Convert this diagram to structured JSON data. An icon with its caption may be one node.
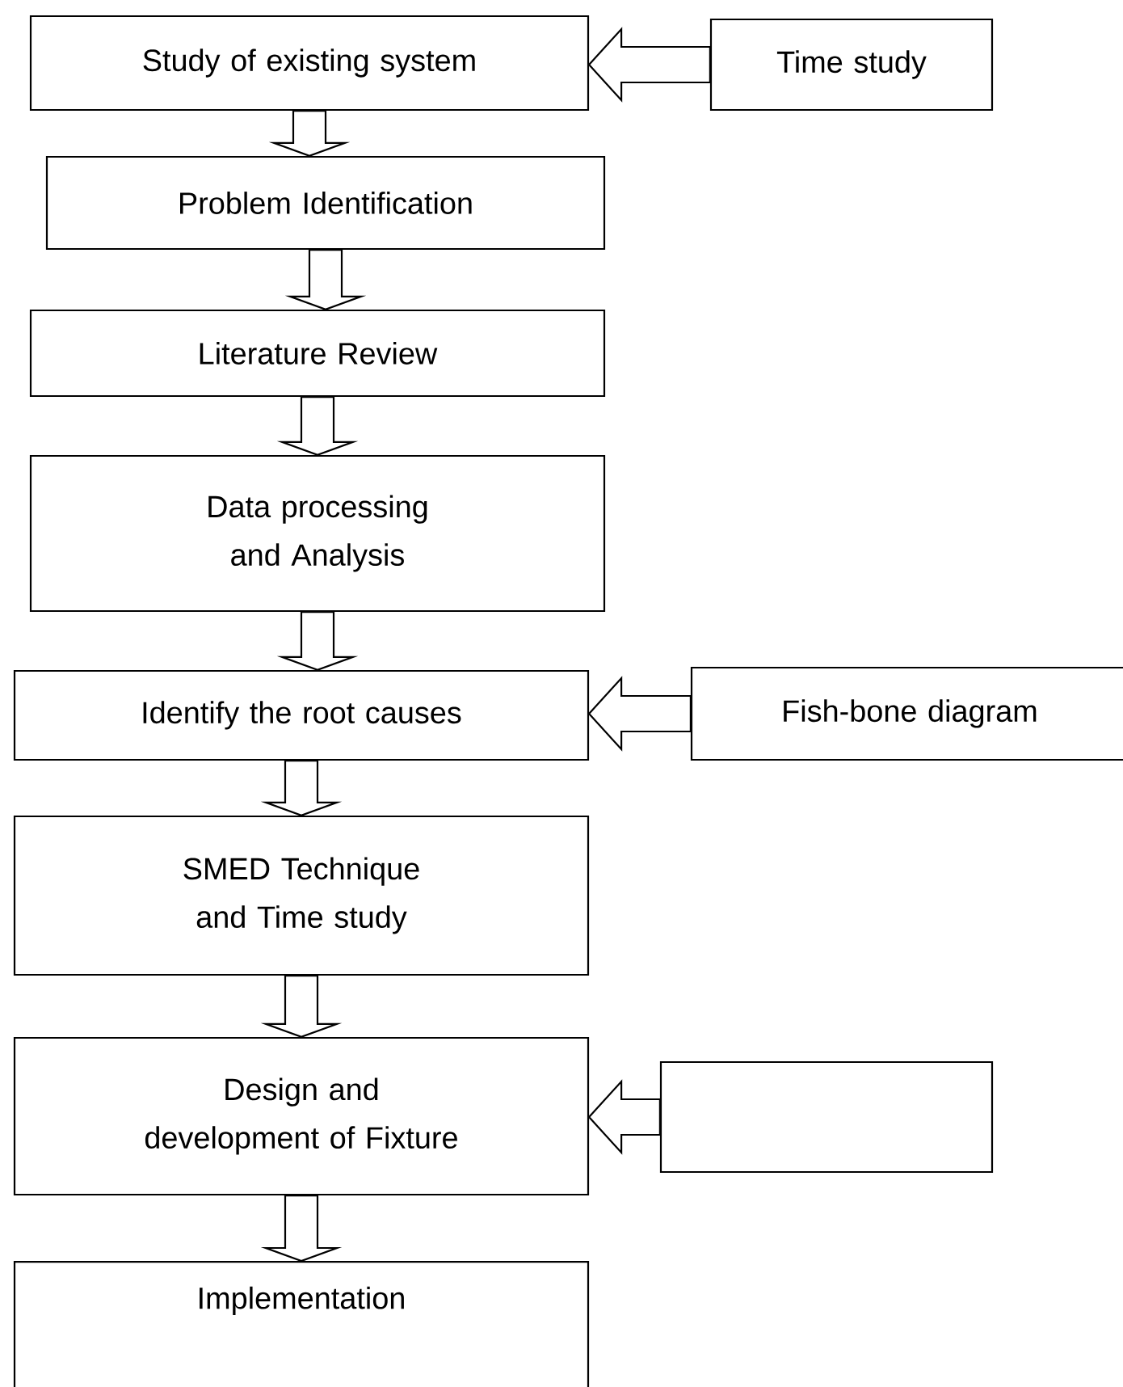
{
  "diagram": {
    "nodes": [
      {
        "text": [
          "Study of existing system"
        ]
      },
      {
        "text": [
          "Time study"
        ]
      },
      {
        "text": [
          "Problem Identification"
        ]
      },
      {
        "text": [
          "Literature Review"
        ]
      },
      {
        "text": [
          "Data processing and Analysis"
        ]
      },
      {
        "text": [
          "Identify the root causes"
        ]
      },
      {
        "text": [
          "Fish-bone diagram"
        ]
      },
      {
        "text": [
          "SMED Technique and Time study"
        ]
      },
      {
        "text": [
          "Design and development of Fixture"
        ]
      },
      {
        "text": [],
        "shape": "box"
      },
      {
        "text": [
          "Implementation"
        ]
      }
    ],
    "edges": [
      {
        "from": 1,
        "to": 0,
        "arrow": "to"
      },
      {
        "from": 0,
        "to": 2,
        "arrow": "to"
      },
      {
        "from": 2,
        "to": 3,
        "arrow": "to"
      },
      {
        "from": 3,
        "to": 4,
        "arrow": "to"
      },
      {
        "from": 4,
        "to": 5,
        "arrow": "to"
      },
      {
        "from": 6,
        "to": 5,
        "arrow": "to"
      },
      {
        "from": 5,
        "to": 7,
        "arrow": "to"
      },
      {
        "from": 7,
        "to": 8,
        "arrow": "to"
      },
      {
        "from": 9,
        "to": 8,
        "arrow": "to"
      },
      {
        "from": 8,
        "to": 10,
        "arrow": "to"
      }
    ]
  }
}
